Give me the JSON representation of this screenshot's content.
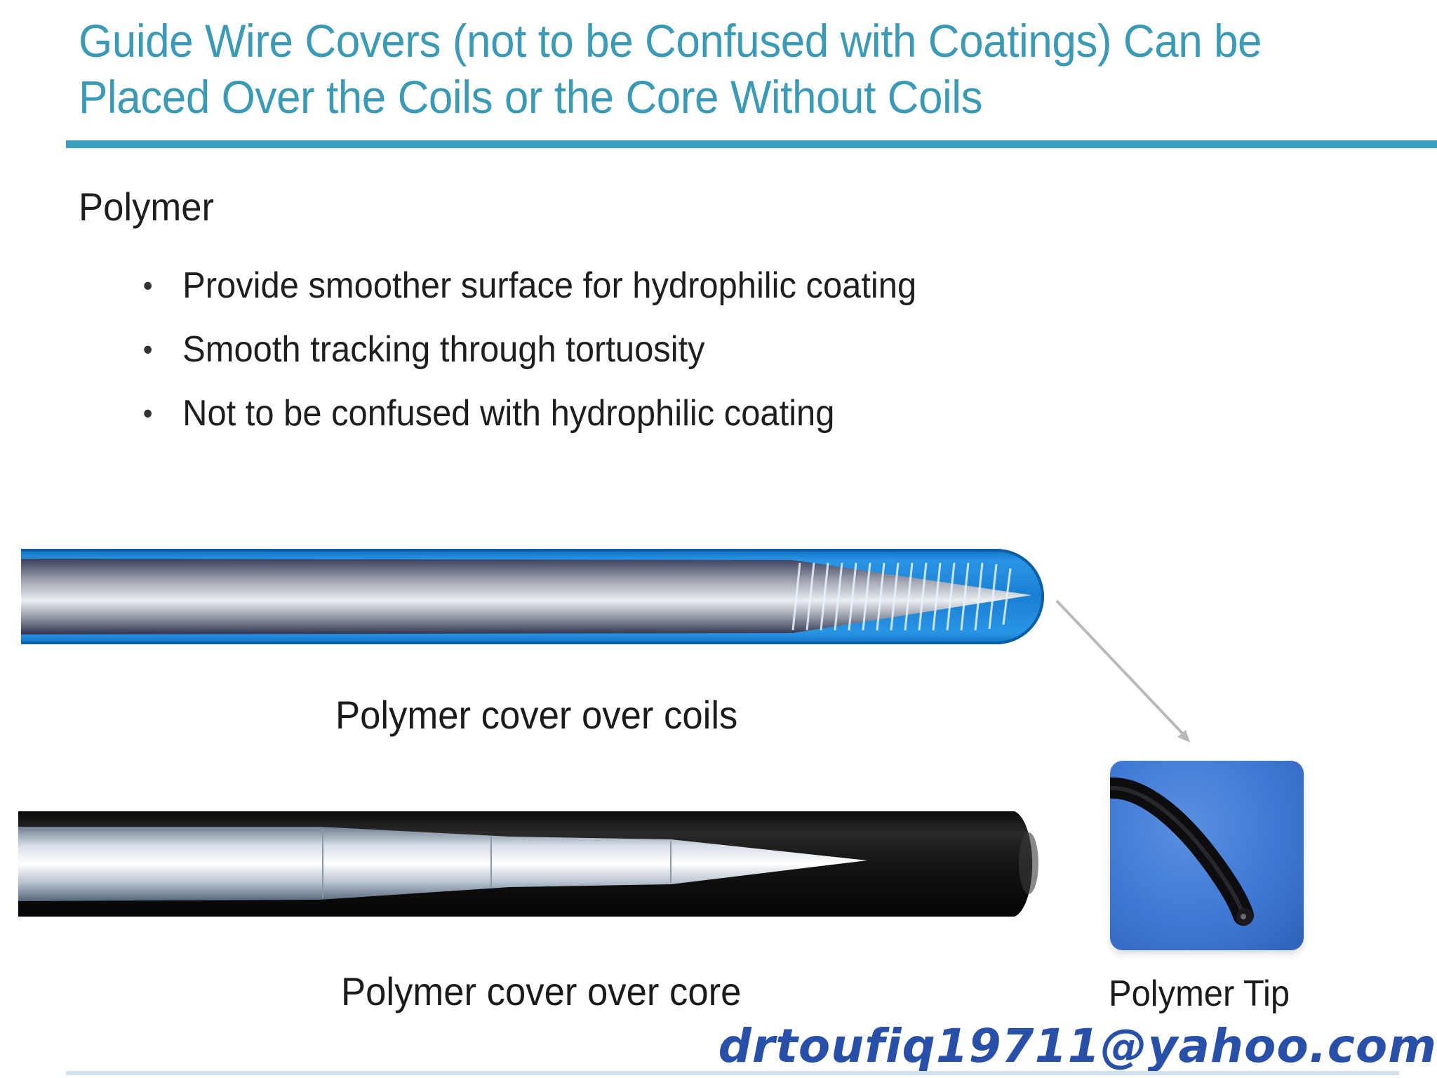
{
  "title": {
    "line1": "Guide Wire Covers (not to be Confused with Coatings) Can be",
    "line2": "Placed Over the Coils or the Core Without Coils"
  },
  "section_heading": "Polymer",
  "bullets": [
    "Provide smoother surface for hydrophilic coating",
    "Smooth tracking through tortuosity",
    "Not to be confused with hydrophilic coating"
  ],
  "figures": {
    "coils_caption": "Polymer cover over coils",
    "core_caption": "Polymer cover over core",
    "tip_caption": "Polymer Tip"
  },
  "watermark": "drtoufiq19711@yahoo.com",
  "colors": {
    "title": "#3b9ab5",
    "rule": "#3aa0bf",
    "polymer_blue": "#1f86d6",
    "polymer_black": "#1a1a1a",
    "watermark": "#2950a8"
  },
  "icons": {
    "bullet": "bullet-dot",
    "pointer": "arrow-pointer-icon"
  }
}
